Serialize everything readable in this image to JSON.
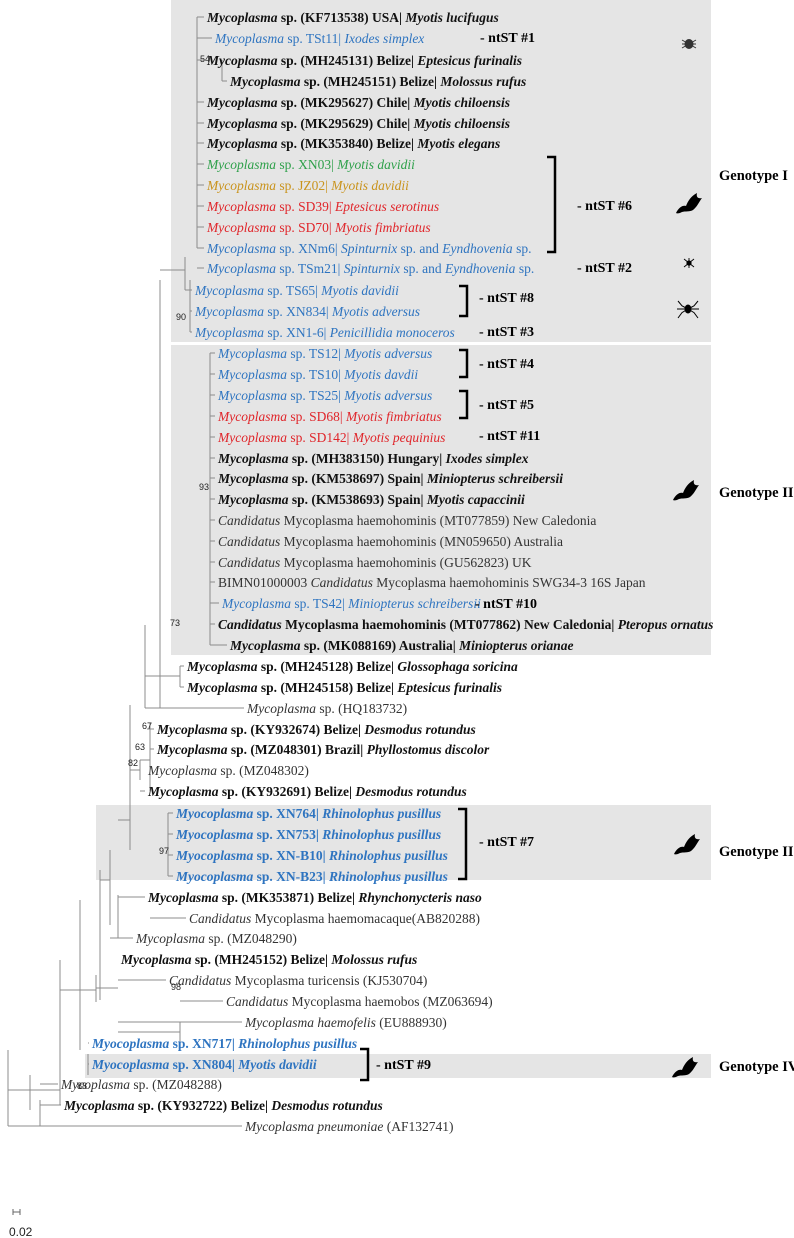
{
  "colors": {
    "black": "#111111",
    "gray": "#333333",
    "blue": "#2e74c0",
    "green": "#2ea04a",
    "orange": "#c9931c",
    "red": "#e0252a",
    "box": "#e5e5e5"
  },
  "tips": [
    {
      "c": "black",
      "b": true,
      "p": [
        [
          "Mycoplasma",
          "i"
        ],
        [
          " sp. (KF713538) USA| ",
          ""
        ],
        [
          "Myotis lucifugus",
          "i"
        ]
      ]
    },
    {
      "c": "blue",
      "b": false,
      "p": [
        [
          "Mycoplasma",
          "i"
        ],
        [
          " sp. TSt11| ",
          ""
        ],
        [
          "Ixodes simplex",
          "i"
        ]
      ]
    },
    {
      "c": "black",
      "b": true,
      "p": [
        [
          "Mycoplasma",
          "i"
        ],
        [
          " sp. (MH245131) Belize| ",
          ""
        ],
        [
          "Eptesicus furinalis",
          "i"
        ]
      ]
    },
    {
      "c": "black",
      "b": true,
      "p": [
        [
          "Mycoplasma",
          "i"
        ],
        [
          " sp. (MH245151) Belize| ",
          ""
        ],
        [
          "Molossus rufus",
          "i"
        ]
      ]
    },
    {
      "c": "black",
      "b": true,
      "p": [
        [
          "Mycoplasma",
          "i"
        ],
        [
          " sp. (MK295627) Chile| ",
          ""
        ],
        [
          "Myotis chiloensis",
          "i"
        ]
      ]
    },
    {
      "c": "black",
      "b": true,
      "p": [
        [
          "Mycoplasma",
          "i"
        ],
        [
          " sp. (MK295629) Chile| ",
          ""
        ],
        [
          "Myotis chiloensis",
          "i"
        ]
      ]
    },
    {
      "c": "black",
      "b": true,
      "p": [
        [
          "Mycoplasma",
          "i"
        ],
        [
          " sp. (MK353840) Belize| ",
          ""
        ],
        [
          "Myotis elegans",
          "i"
        ]
      ]
    },
    {
      "c": "green",
      "b": false,
      "p": [
        [
          "Mycoplasma",
          "i"
        ],
        [
          " sp. XN03| ",
          ""
        ],
        [
          "Myotis davidii",
          "i"
        ]
      ]
    },
    {
      "c": "orange",
      "b": false,
      "p": [
        [
          "Mycoplasma",
          "i"
        ],
        [
          " sp. JZ02| ",
          ""
        ],
        [
          "Myotis davidii",
          "i"
        ]
      ]
    },
    {
      "c": "red",
      "b": false,
      "p": [
        [
          "Mycoplasma",
          "i"
        ],
        [
          " sp. SD39| ",
          ""
        ],
        [
          "Eptesicus serotinus",
          "i"
        ]
      ]
    },
    {
      "c": "red",
      "b": false,
      "p": [
        [
          "Mycoplasma",
          "i"
        ],
        [
          " sp. SD70| ",
          ""
        ],
        [
          "Myotis fimbriatus",
          "i"
        ]
      ]
    },
    {
      "c": "blue",
      "b": false,
      "p": [
        [
          "Mycoplasma",
          "i"
        ],
        [
          " sp. XNm6| ",
          ""
        ],
        [
          "Spinturnix",
          "i"
        ],
        [
          " sp. and ",
          ""
        ],
        [
          "Eyndhovenia",
          "i"
        ],
        [
          " sp.",
          ""
        ]
      ]
    },
    {
      "c": "blue",
      "b": false,
      "p": [
        [
          "Mycoplasma",
          "i"
        ],
        [
          " sp. TSm21| ",
          ""
        ],
        [
          "Spinturnix",
          "i"
        ],
        [
          " sp. and ",
          ""
        ],
        [
          "Eyndhovenia",
          "i"
        ],
        [
          " sp.",
          ""
        ]
      ]
    },
    {
      "c": "blue",
      "b": false,
      "p": [
        [
          "Mycoplasma",
          "i"
        ],
        [
          " sp. TS65| ",
          ""
        ],
        [
          "Myotis davidii",
          "i"
        ]
      ]
    },
    {
      "c": "blue",
      "b": false,
      "p": [
        [
          "Mycoplasma",
          "i"
        ],
        [
          " sp. XN834| ",
          ""
        ],
        [
          "Myotis adversus",
          "i"
        ]
      ]
    },
    {
      "c": "blue",
      "b": false,
      "p": [
        [
          "Mycoplasma",
          "i"
        ],
        [
          " sp. XN1-6| ",
          ""
        ],
        [
          "Penicillidia monoceros",
          "i"
        ]
      ]
    },
    {
      "c": "blue",
      "b": false,
      "p": [
        [
          "Mycoplasma",
          "i"
        ],
        [
          " sp. TS12| ",
          ""
        ],
        [
          "Myotis adversus",
          "i"
        ]
      ]
    },
    {
      "c": "blue",
      "b": false,
      "p": [
        [
          "Mycoplasma",
          "i"
        ],
        [
          " sp. TS10| ",
          ""
        ],
        [
          "Myotis davdii",
          "i"
        ]
      ]
    },
    {
      "c": "blue",
      "b": false,
      "p": [
        [
          "Mycoplasma",
          "i"
        ],
        [
          " sp. TS25| ",
          ""
        ],
        [
          "Myotis adversus",
          "i"
        ]
      ]
    },
    {
      "c": "red",
      "b": false,
      "p": [
        [
          "Mycoplasma",
          "i"
        ],
        [
          " sp. SD68| ",
          ""
        ],
        [
          "Myotis fimbriatus",
          "i"
        ]
      ]
    },
    {
      "c": "red",
      "b": false,
      "p": [
        [
          "Mycoplasma",
          "i"
        ],
        [
          " sp. SD142| ",
          ""
        ],
        [
          "Myotis pequinius",
          "i"
        ]
      ]
    },
    {
      "c": "black",
      "b": true,
      "p": [
        [
          "Mycoplasma",
          "i"
        ],
        [
          " sp. (MH383150) Hungary| ",
          ""
        ],
        [
          "Ixodes simplex",
          "i"
        ]
      ]
    },
    {
      "c": "black",
      "b": true,
      "p": [
        [
          "Mycoplasma",
          "i"
        ],
        [
          " sp. (KM538697) Spain| ",
          ""
        ],
        [
          "Miniopterus schreibersii",
          "i"
        ]
      ]
    },
    {
      "c": "black",
      "b": true,
      "p": [
        [
          "Mycoplasma",
          "i"
        ],
        [
          " sp. (KM538693) Spain| ",
          ""
        ],
        [
          "Myotis capaccinii",
          "i"
        ]
      ]
    },
    {
      "c": "gray",
      "b": false,
      "p": [
        [
          "Candidatus",
          "i"
        ],
        [
          " Mycoplasma haemohominis (MT077859) New Caledonia",
          ""
        ]
      ]
    },
    {
      "c": "gray",
      "b": false,
      "p": [
        [
          "Candidatus",
          "i"
        ],
        [
          " Mycoplasma haemohominis (MN059650) Australia",
          ""
        ]
      ]
    },
    {
      "c": "gray",
      "b": false,
      "p": [
        [
          "Candidatus",
          "i"
        ],
        [
          " Mycoplasma haemohominis (GU562823) UK",
          ""
        ]
      ]
    },
    {
      "c": "gray",
      "b": false,
      "p": [
        [
          "BIMN01000003 ",
          ""
        ],
        [
          "Candidatus",
          "i"
        ],
        [
          " Mycoplasma haemohominis SWG34-3 16S Japan",
          ""
        ]
      ]
    },
    {
      "c": "blue",
      "b": false,
      "p": [
        [
          "Mycoplasma",
          "i"
        ],
        [
          " sp. TS42| ",
          ""
        ],
        [
          "Miniopterus schreibersii",
          "i"
        ]
      ]
    },
    {
      "c": "black",
      "b": true,
      "p": [
        [
          "Candidatus",
          "i"
        ],
        [
          " Mycoplasma haemohominis (MT077862) New Caledonia| ",
          ""
        ],
        [
          "Pteropus ornatus",
          "i"
        ]
      ]
    },
    {
      "c": "black",
      "b": true,
      "p": [
        [
          "Mycoplasma",
          "i"
        ],
        [
          " sp. (MK088169) Australia| ",
          ""
        ],
        [
          "Miniopterus orianae",
          "i"
        ]
      ]
    },
    {
      "c": "black",
      "b": true,
      "p": [
        [
          "Mycoplasma",
          "i"
        ],
        [
          " sp. (MH245128) Belize| ",
          ""
        ],
        [
          "Glossophaga soricina",
          "i"
        ]
      ]
    },
    {
      "c": "black",
      "b": true,
      "p": [
        [
          "Mycoplasma",
          "i"
        ],
        [
          " sp. (MH245158) Belize| ",
          ""
        ],
        [
          "Eptesicus furinalis",
          "i"
        ]
      ]
    },
    {
      "c": "gray",
      "b": false,
      "p": [
        [
          "Mycoplasma",
          "i"
        ],
        [
          " sp. (HQ183732)",
          ""
        ]
      ]
    },
    {
      "c": "black",
      "b": true,
      "p": [
        [
          "Mycoplasma",
          "i"
        ],
        [
          " sp. (KY932674) Belize| ",
          ""
        ],
        [
          "Desmodus rotundus",
          "i"
        ]
      ]
    },
    {
      "c": "black",
      "b": true,
      "p": [
        [
          "Mycoplasma",
          "i"
        ],
        [
          " sp. (MZ048301) Brazil| ",
          ""
        ],
        [
          "Phyllostomus discolor",
          "i"
        ]
      ]
    },
    {
      "c": "gray",
      "b": false,
      "p": [
        [
          "Mycoplasma",
          "i"
        ],
        [
          " sp. (MZ048302)",
          ""
        ]
      ]
    },
    {
      "c": "black",
      "b": true,
      "p": [
        [
          "Mycoplasma",
          "i"
        ],
        [
          " sp. (KY932691) Belize| ",
          ""
        ],
        [
          "Desmodus rotundus",
          "i"
        ]
      ]
    },
    {
      "c": "blue",
      "b": true,
      "p": [
        [
          "Myocoplasma",
          "i"
        ],
        [
          " sp. XN764| ",
          ""
        ],
        [
          "Rhinolophus pusillus",
          "i"
        ]
      ]
    },
    {
      "c": "blue",
      "b": true,
      "p": [
        [
          "Myocoplasma",
          "i"
        ],
        [
          " sp. XN753| ",
          ""
        ],
        [
          "Rhinolophus pusillus",
          "i"
        ]
      ]
    },
    {
      "c": "blue",
      "b": true,
      "p": [
        [
          "Myocoplasma",
          "i"
        ],
        [
          " sp. XN-B10| ",
          ""
        ],
        [
          "Rhinolophus pusillus",
          "i"
        ]
      ]
    },
    {
      "c": "blue",
      "b": true,
      "p": [
        [
          "Myocoplasma",
          "i"
        ],
        [
          " sp. XN-B23| ",
          ""
        ],
        [
          "Rhinolophus pusillus",
          "i"
        ]
      ]
    },
    {
      "c": "black",
      "b": true,
      "p": [
        [
          "Mycoplasma",
          "i"
        ],
        [
          " sp. (MK353871) Belize| ",
          ""
        ],
        [
          "Rhynchonycteris naso",
          "i"
        ]
      ]
    },
    {
      "c": "gray",
      "b": false,
      "p": [
        [
          "Candidatus",
          "i"
        ],
        [
          " Mycoplasma haemomacaque(AB820288)",
          ""
        ]
      ]
    },
    {
      "c": "gray",
      "b": false,
      "p": [
        [
          "Mycoplasma",
          "i"
        ],
        [
          " sp. (MZ048290)",
          ""
        ]
      ]
    },
    {
      "c": "black",
      "b": true,
      "p": [
        [
          "Mycoplasma",
          "i"
        ],
        [
          " sp. (MH245152) Belize| ",
          ""
        ],
        [
          "Molossus rufus",
          "i"
        ]
      ]
    },
    {
      "c": "gray",
      "b": false,
      "p": [
        [
          "Candidatus",
          "i"
        ],
        [
          " Mycoplasma turicensis (KJ530704)",
          ""
        ]
      ]
    },
    {
      "c": "gray",
      "b": false,
      "p": [
        [
          "Candidatus",
          "i"
        ],
        [
          " Mycoplasma haemobos (MZ063694)",
          ""
        ]
      ]
    },
    {
      "c": "gray",
      "b": false,
      "p": [
        [
          "Mycoplasma haemofelis",
          "i"
        ],
        [
          " (EU888930)",
          ""
        ]
      ]
    },
    {
      "c": "blue",
      "b": true,
      "p": [
        [
          "Myocoplasma",
          "i"
        ],
        [
          " sp. XN717| ",
          ""
        ],
        [
          "Rhinolophus pusillus",
          "i"
        ]
      ]
    },
    {
      "c": "blue",
      "b": true,
      "p": [
        [
          "Myocoplasma",
          "i"
        ],
        [
          " sp. XN804| ",
          ""
        ],
        [
          "Myotis davidii",
          "i"
        ]
      ]
    },
    {
      "c": "gray",
      "b": false,
      "p": [
        [
          "Mycoplasma",
          "i"
        ],
        [
          " sp. (MZ048288)",
          ""
        ]
      ]
    },
    {
      "c": "black",
      "b": true,
      "p": [
        [
          "Mycoplasma",
          "i"
        ],
        [
          " sp. (KY932722) Belize| ",
          ""
        ],
        [
          "Desmodus rotundus",
          "i"
        ]
      ]
    },
    {
      "c": "gray",
      "b": false,
      "p": [
        [
          "Mycoplasma pneumoniae",
          "i"
        ],
        [
          " (AF132741)",
          ""
        ]
      ]
    }
  ],
  "nt_st_labels": [
    "- ntST #1",
    "- ntST #6",
    "- ntST #2",
    "- ntST #8",
    "- ntST #3",
    "- ntST #4",
    "- ntST #5",
    "- ntST #11",
    "- ntST #10",
    "- ntST #7",
    "- ntST #9"
  ],
  "genotypes": [
    "Genotype I",
    "Genotype II",
    "Genotype III",
    "Genotype IV"
  ],
  "bootstrap_values": [
    "54",
    "90",
    "93",
    "73",
    "67",
    "63",
    "82",
    "97",
    "98",
    "88"
  ],
  "scale_bar_label": "0.02",
  "icons": [
    "tick-icon",
    "bat-icon",
    "mite-icon",
    "bat-fly-icon"
  ]
}
